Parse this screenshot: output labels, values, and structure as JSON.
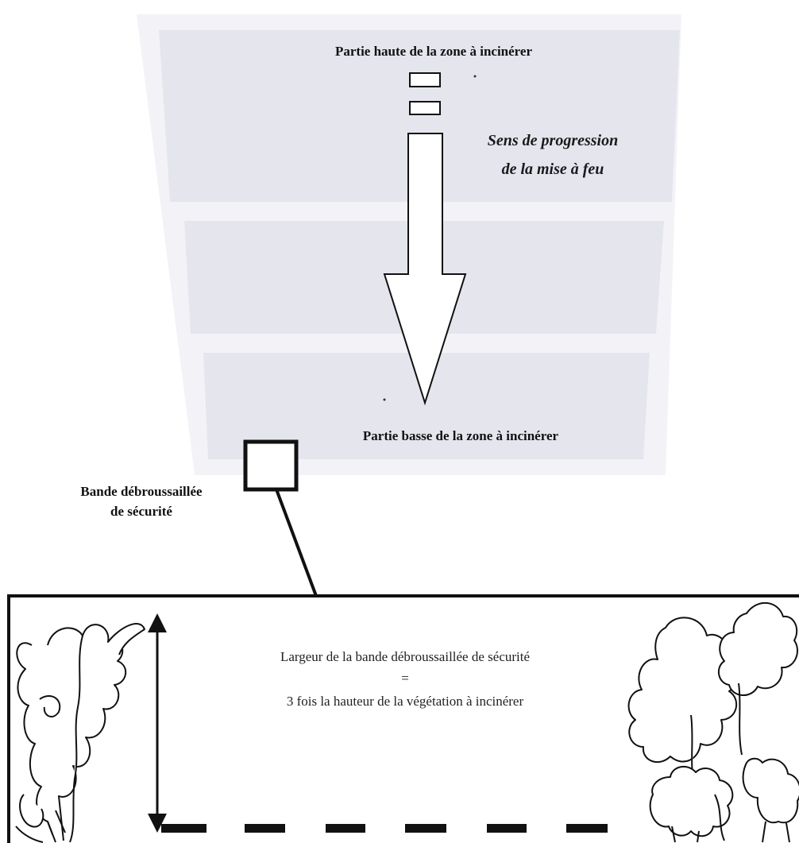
{
  "zone": {
    "top_label": "Partie haute de la zone à incinérer",
    "bottom_label": "Partie basse de la zone à incinérer",
    "direction_label_line1": "Sens de progression",
    "direction_label_line2": "de la mise à feu"
  },
  "safety_band": {
    "label_line1": "Bande débroussaillée",
    "label_line2": "de sécurité"
  },
  "detail": {
    "width_line1": "Largeur de la bande débroussaillée de sécurité",
    "equals": "=",
    "width_line2": "3 fois la hauteur de la végétation à incinérer"
  },
  "colors": {
    "zone_outer": "#f3f3f7",
    "zone_band": "#e5e5ee",
    "line": "#111111"
  }
}
